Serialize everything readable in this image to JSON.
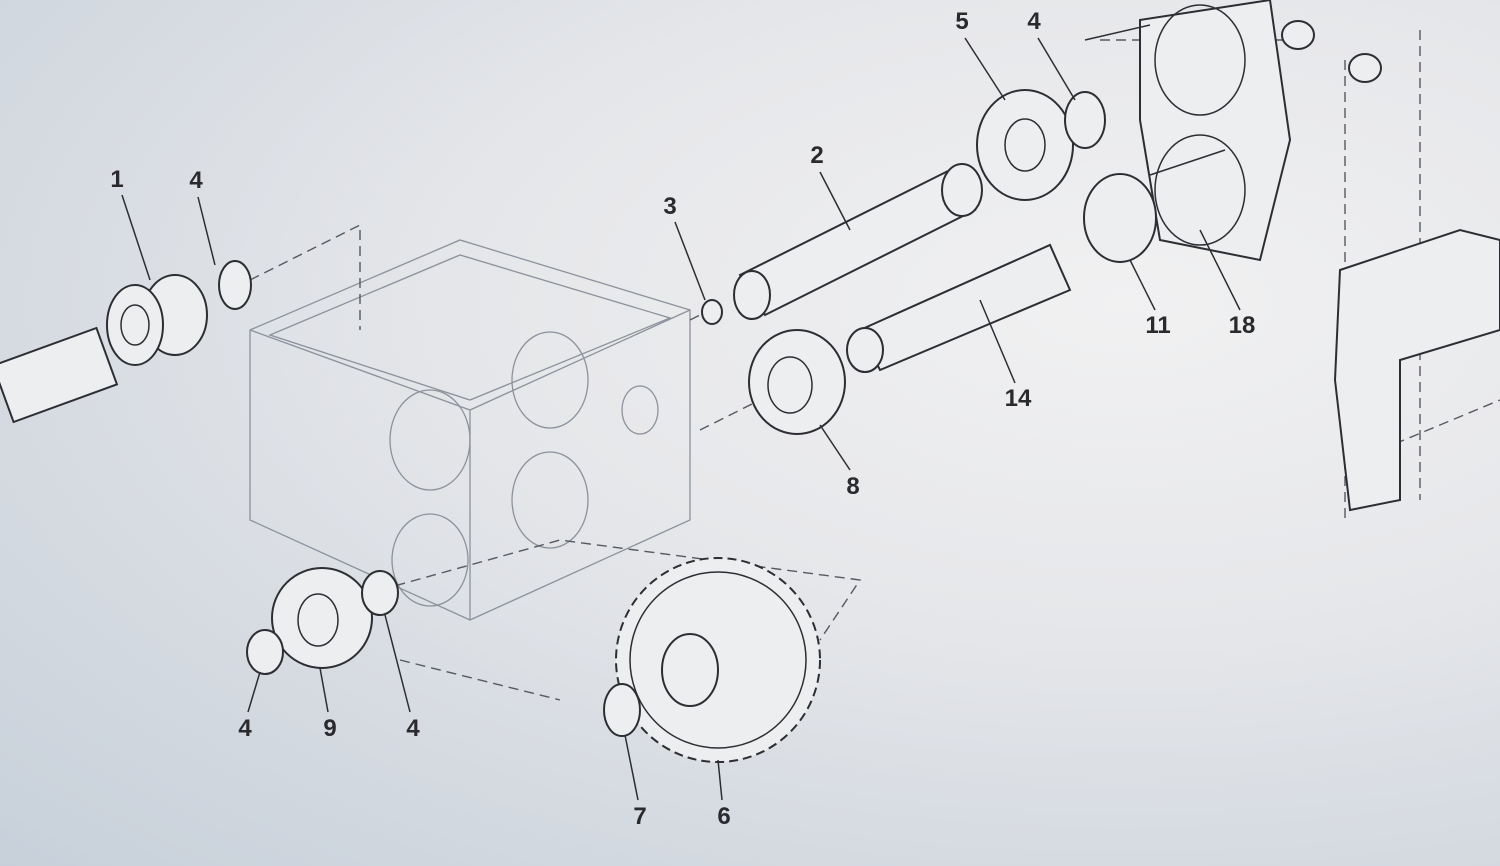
{
  "diagram": {
    "title": "Exploded gearbox parts diagram",
    "callouts": [
      {
        "id": "c1",
        "label": "1"
      },
      {
        "id": "c4a",
        "label": "4"
      },
      {
        "id": "c3",
        "label": "3"
      },
      {
        "id": "c2",
        "label": "2"
      },
      {
        "id": "c5",
        "label": "5"
      },
      {
        "id": "c4b",
        "label": "4"
      },
      {
        "id": "c11",
        "label": "11"
      },
      {
        "id": "c18",
        "label": "18"
      },
      {
        "id": "c14",
        "label": "14"
      },
      {
        "id": "c8",
        "label": "8"
      },
      {
        "id": "c4c",
        "label": "4"
      },
      {
        "id": "c9",
        "label": "9"
      },
      {
        "id": "c4d",
        "label": "4"
      },
      {
        "id": "c7",
        "label": "7"
      },
      {
        "id": "c6",
        "label": "6"
      }
    ]
  }
}
